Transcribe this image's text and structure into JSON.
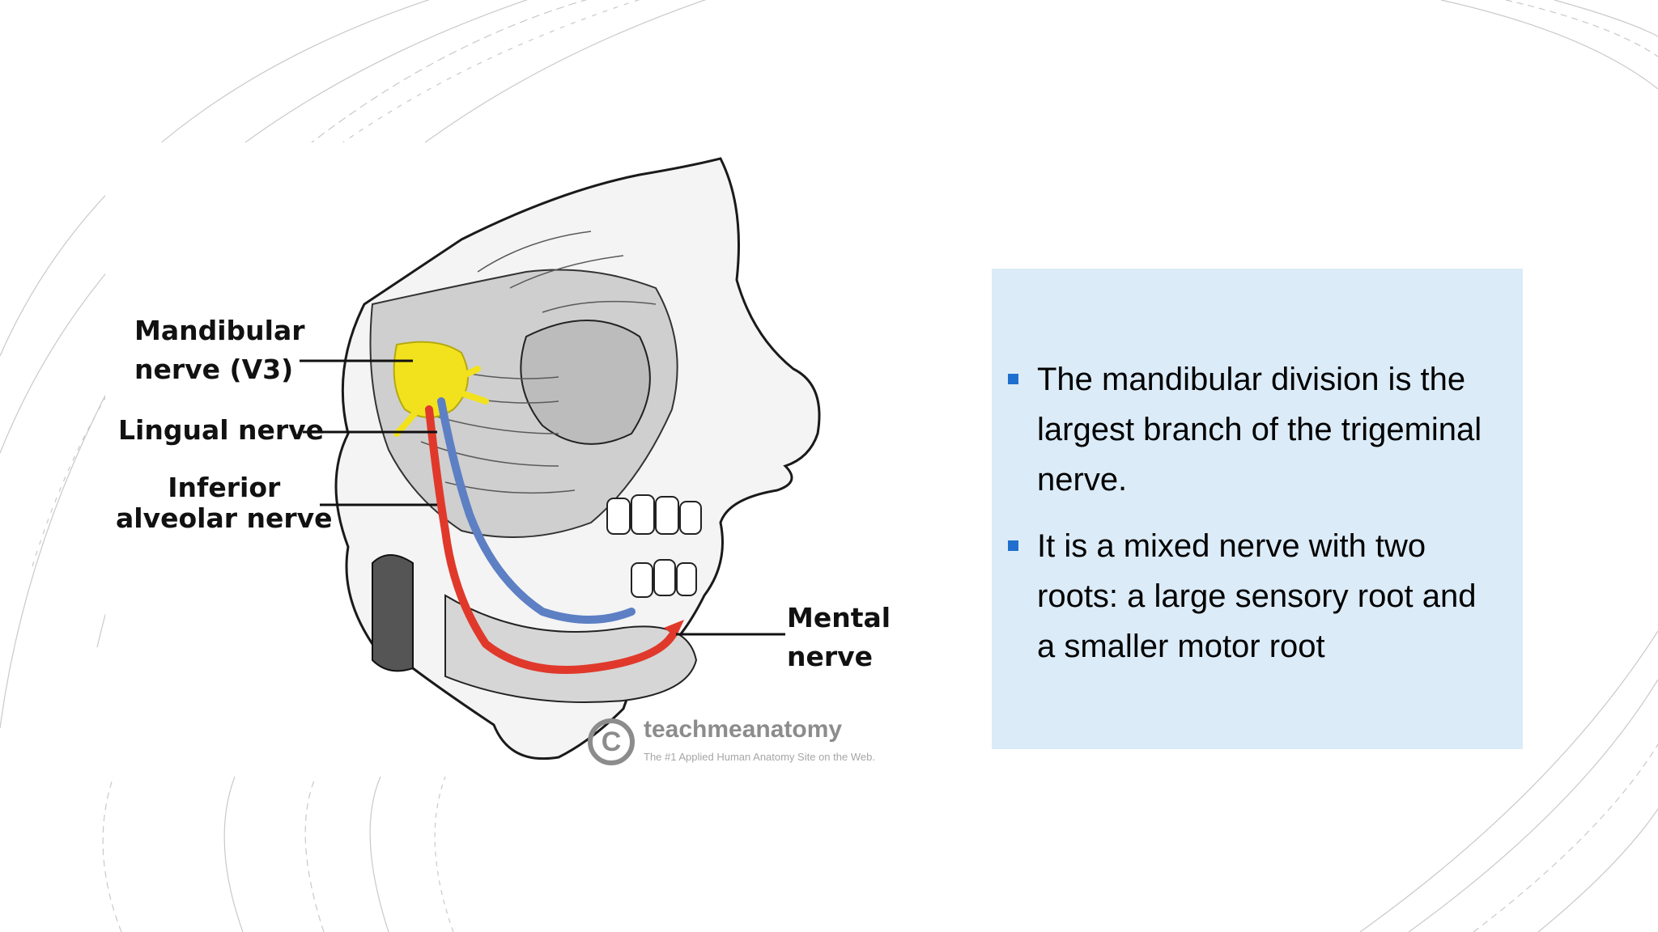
{
  "diagram": {
    "labels": {
      "mandibular": [
        "Mandibular",
        "nerve (V3)"
      ],
      "lingual": "Lingual nerve",
      "inferior_alveolar": [
        "Inferior",
        "alveolar nerve"
      ],
      "mental": [
        "Mental",
        "nerve"
      ]
    },
    "watermark": {
      "brand": "teachmeanatomy",
      "tagline": "The #1 Applied Human Anatomy Site on the Web."
    },
    "colors": {
      "mandibular_nerve": "#f2e21e",
      "lingual_nerve": "#5d7fc4",
      "inferior_alveolar_nerve": "#e0392b"
    }
  },
  "textbox": {
    "background": "#dbebf7",
    "bullet_color": "#1f6fce",
    "bullets": [
      {
        "lines": [
          "The mandibular division is the",
          "largest branch of the trigeminal",
          "nerve."
        ]
      },
      {
        "lines": [
          "It is a mixed nerve with two",
          "roots: a large sensory root and",
          "a smaller motor root"
        ]
      }
    ]
  }
}
